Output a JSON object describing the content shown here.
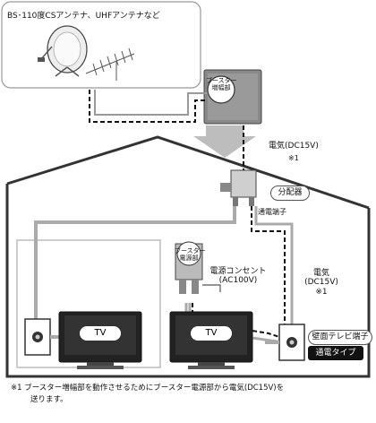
{
  "antenna_label": "BS･110度CSアンテナ、UHFアンテナなど",
  "booster_amp_label": [
    "ブースター",
    "増幅部"
  ],
  "power_dc_top": "電気(DC15V)",
  "power_dc_top_note": "※1",
  "splitter_label": "分配器",
  "power_pass_terminal": "通電端子",
  "booster_power_label": [
    "ブースター",
    "電源部"
  ],
  "outlet_label": [
    "電源コンセント",
    "(AC100V)"
  ],
  "power_dc_right": [
    "電気",
    "(DC15V)",
    "※1"
  ],
  "tv_left": "TV",
  "tv_right": "TV",
  "wall_terminal_label": "壁面テレビ端子",
  "wall_terminal_type": "通電タイプ",
  "footnote": [
    "※1 ブースター増幅部を動作させるためにブースター電源部から電気(DC15V)を",
    "送ります。"
  ]
}
